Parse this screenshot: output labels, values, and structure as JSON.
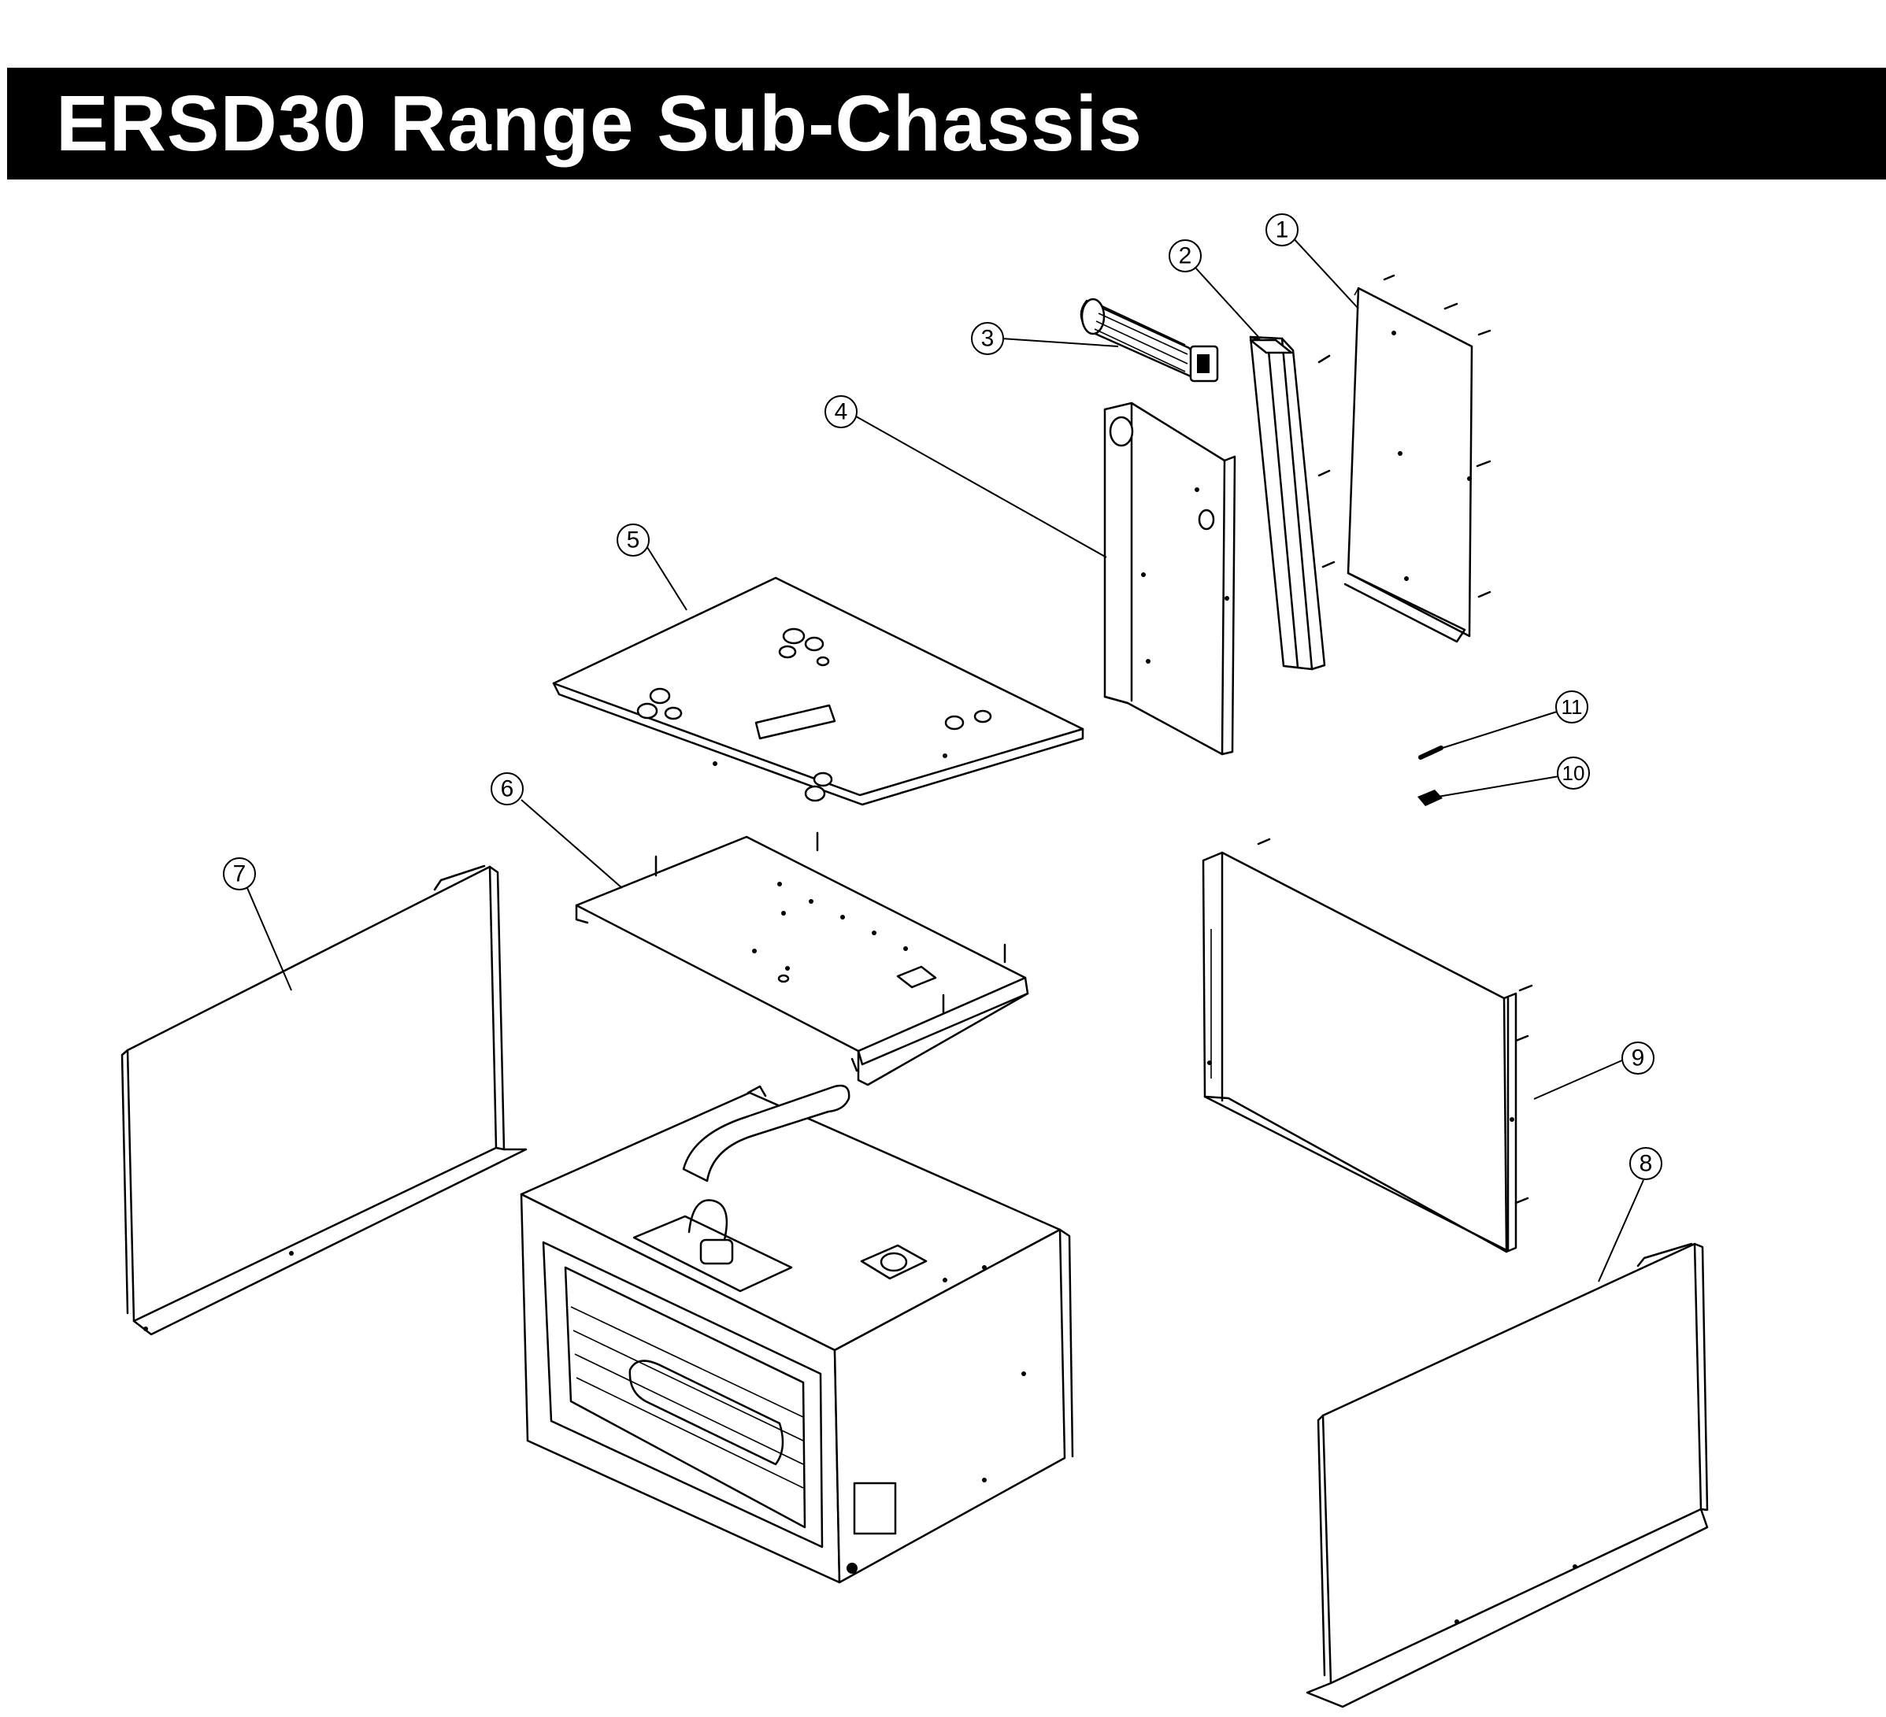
{
  "title": "ERSD30 Range Sub-Chassis",
  "colors": {
    "title_bar": "#000000",
    "title_text": "#ffffff",
    "line": "#000000",
    "background": "#ffffff"
  },
  "callouts": [
    "1",
    "2",
    "3",
    "4",
    "5",
    "6",
    "7",
    "8",
    "9",
    "10",
    "11"
  ]
}
